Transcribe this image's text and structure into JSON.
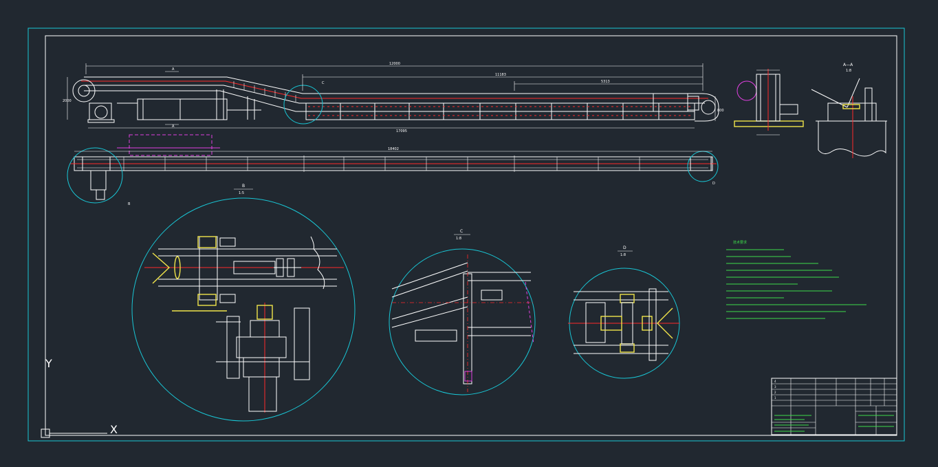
{
  "drawing": {
    "colors": {
      "background": "#212830",
      "frame": "#19c7d6",
      "geometry": "#ffffff",
      "centerline": "#ff2a2a",
      "hidden": "#e040e0",
      "weld": "#f1e54a",
      "notes": "#3ddc4a"
    },
    "dimensions": {
      "overall_top": "12000",
      "inner_top": "11183",
      "right_section": "5313",
      "bottom_length": "17095",
      "plan_length": "18402",
      "height_left": "2000",
      "height_right": "800"
    },
    "views": {
      "section_label": "A—A",
      "section_scale": "1:8",
      "detail_b_label": "B",
      "detail_b_scale": "1:5",
      "detail_c_label": "C",
      "detail_c_scale": "1:8",
      "detail_d_label": "D",
      "detail_d_scale": "1:8",
      "leader_b": "B",
      "leader_c": "C",
      "leader_d": "D",
      "leader_a1": "A",
      "leader_a2": "A"
    },
    "notes_title": "技术要求",
    "title_block": {
      "rows": [
        "4",
        "3",
        "2",
        "1"
      ]
    },
    "ucs": {
      "y_axis": "Y",
      "x_axis": "X"
    }
  }
}
